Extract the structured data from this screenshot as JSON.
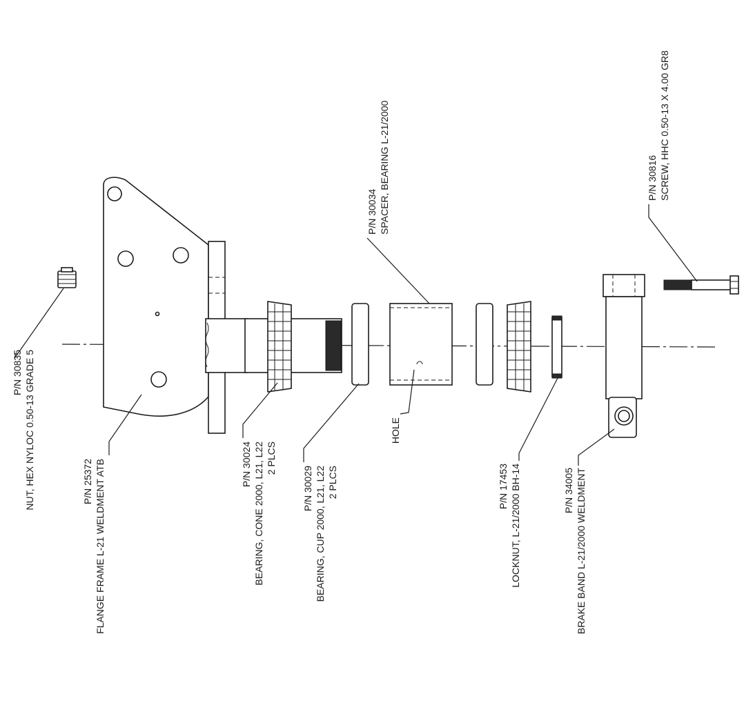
{
  "callouts": {
    "nut": {
      "pn": "P/N 30835",
      "desc": "NUT, HEX NYLOC 0.50-13 GRADE 5"
    },
    "flange": {
      "pn": "P/N 25372",
      "desc": "FLANGE FRAME L-21 WELDMENT ATB"
    },
    "cone": {
      "pn": "P/N 30024",
      "desc": "BEARING, CONE 2000, L21, L22",
      "qty": "2 PLCS"
    },
    "cup": {
      "pn": "P/N 30029",
      "desc": "BEARING, CUP 2000, L21, L22",
      "qty": "2 PLCS"
    },
    "hole": {
      "label": "HOLE"
    },
    "spacer": {
      "pn": "P/N 30034",
      "desc": "SPACER, BEARING L-21/2000"
    },
    "locknut": {
      "pn": "P/N 17453",
      "desc": "LOCKNUT, L-21/2000 BH-14"
    },
    "brake": {
      "pn": "P/N 34005",
      "desc": "BRAKE BAND L-21/2000 WELDMENT"
    },
    "screw": {
      "pn": "P/N 30816",
      "desc": "SCREW, HHC 0.50-13 X 4.00 GR8"
    }
  }
}
